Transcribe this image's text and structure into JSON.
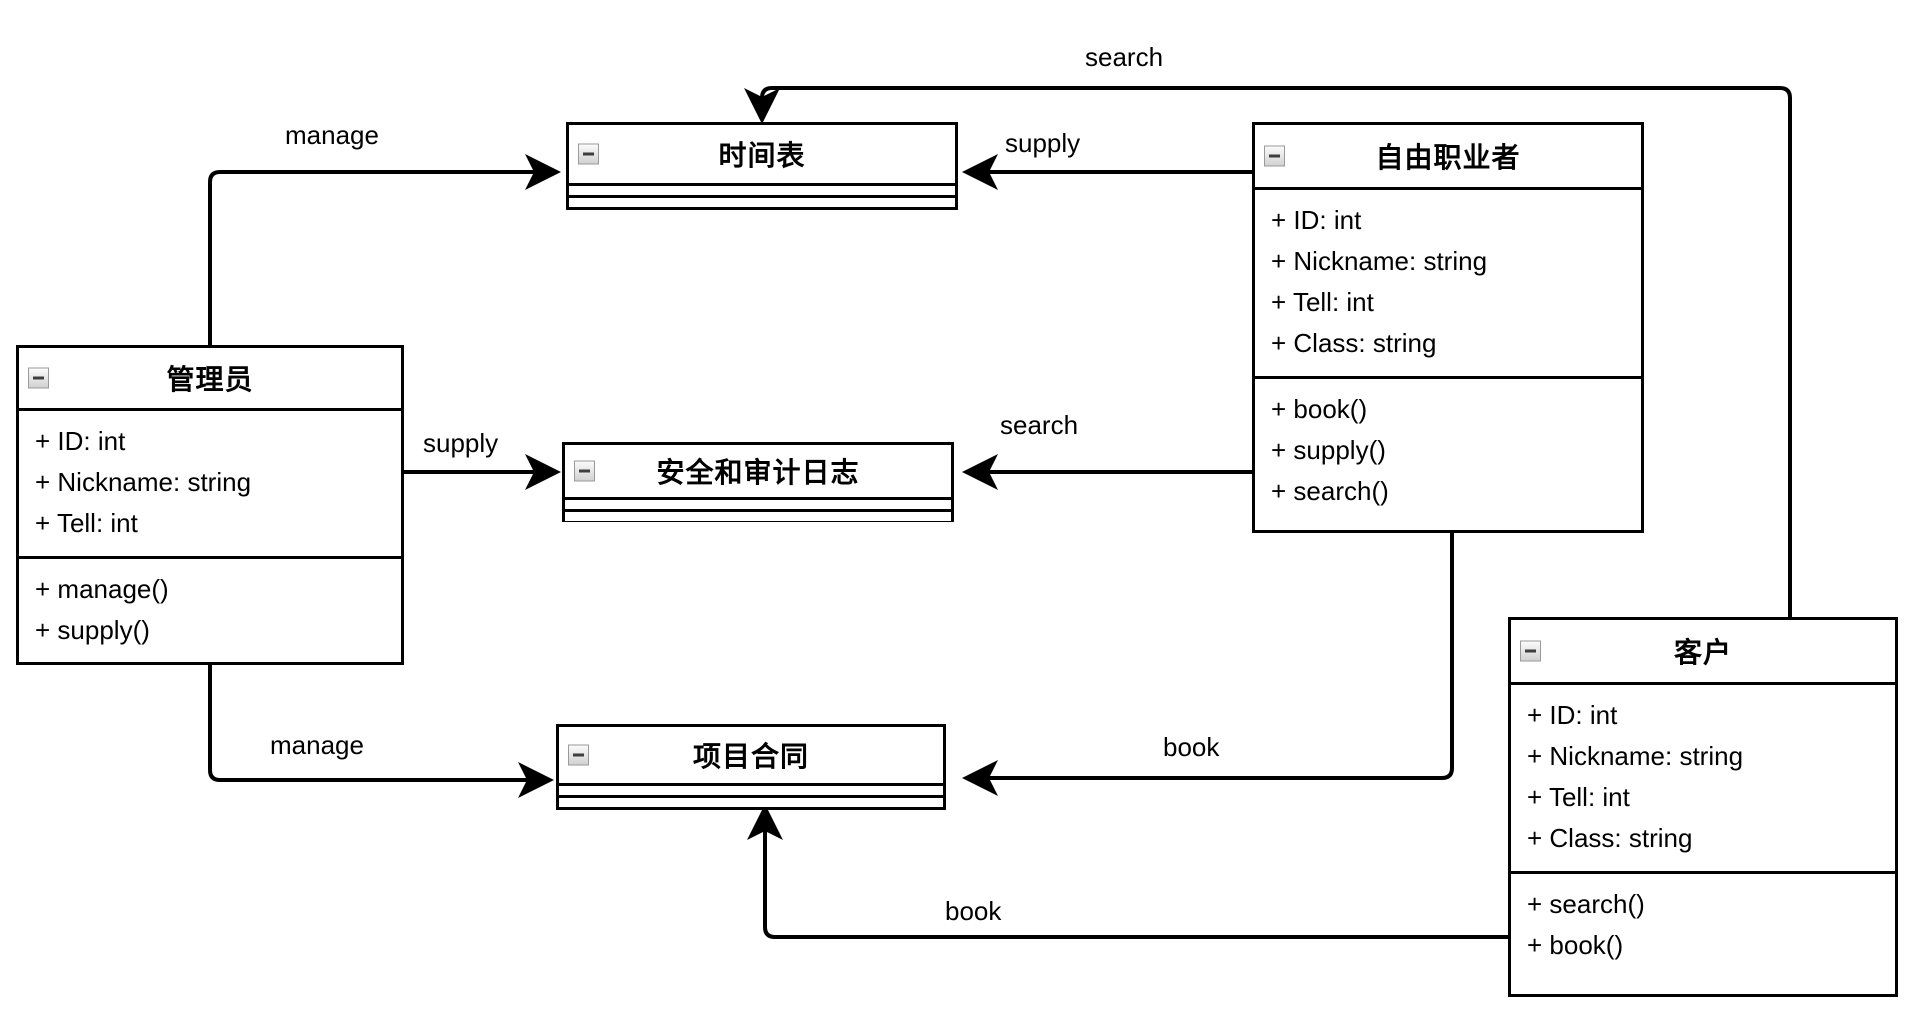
{
  "diagram": {
    "type": "uml-class-diagram",
    "title": "",
    "background": "#ffffff",
    "line_color": "#000000",
    "text_color": "#000000"
  },
  "classes": [
    {
      "id": "timetable",
      "name": "时间表",
      "collapsed": true,
      "icon": "collapse-minus-icon",
      "attributes": [],
      "methods": []
    },
    {
      "id": "freelancer",
      "name": "自由职业者",
      "collapsed": false,
      "icon": "collapse-minus-icon",
      "attributes": [
        "+ ID: int",
        "+ Nickname: string",
        "+ Tell: int",
        "+ Class: string"
      ],
      "methods": [
        "+ book()",
        "+ supply()",
        "+ search()"
      ]
    },
    {
      "id": "administrator",
      "name": "管理员",
      "collapsed": false,
      "icon": "collapse-minus-icon",
      "attributes": [
        "+ ID: int",
        "+ Nickname: string",
        "+ Tell: int"
      ],
      "methods": [
        "+ manage()",
        "+ supply()"
      ]
    },
    {
      "id": "auditlog",
      "name": "安全和审计日志",
      "collapsed": true,
      "icon": "collapse-minus-icon",
      "attributes": [],
      "methods": []
    },
    {
      "id": "contract",
      "name": "项目合同",
      "collapsed": true,
      "icon": "collapse-minus-icon",
      "attributes": [],
      "methods": []
    },
    {
      "id": "customer",
      "name": "客户",
      "collapsed": false,
      "icon": "collapse-minus-icon",
      "attributes": [
        "+ ID: int",
        "+ Nickname: string",
        "+ Tell: int",
        "+ Class: string"
      ],
      "methods": [
        "+ search()",
        "+ book()"
      ]
    }
  ],
  "edges": [
    {
      "id": "e-search-top",
      "label": "search",
      "from": "客户",
      "to": "时间表"
    },
    {
      "id": "e-manage-top",
      "label": "manage",
      "from": "管理员",
      "to": "时间表"
    },
    {
      "id": "e-supply-top",
      "label": "supply",
      "from": "自由职业者",
      "to": "时间表"
    },
    {
      "id": "e-supply-mid",
      "label": "supply",
      "from": "管理员",
      "to": "安全和审计日志"
    },
    {
      "id": "e-search-mid",
      "label": "search",
      "from": "自由职业者",
      "to": "安全和审计日志"
    },
    {
      "id": "e-manage-bottom",
      "label": "manage",
      "from": "管理员",
      "to": "项目合同"
    },
    {
      "id": "e-book-mid",
      "label": "book",
      "from": "自由职业者",
      "to": "项目合同"
    },
    {
      "id": "e-book-bottom",
      "label": "book",
      "from": "客户",
      "to": "项目合同"
    }
  ]
}
